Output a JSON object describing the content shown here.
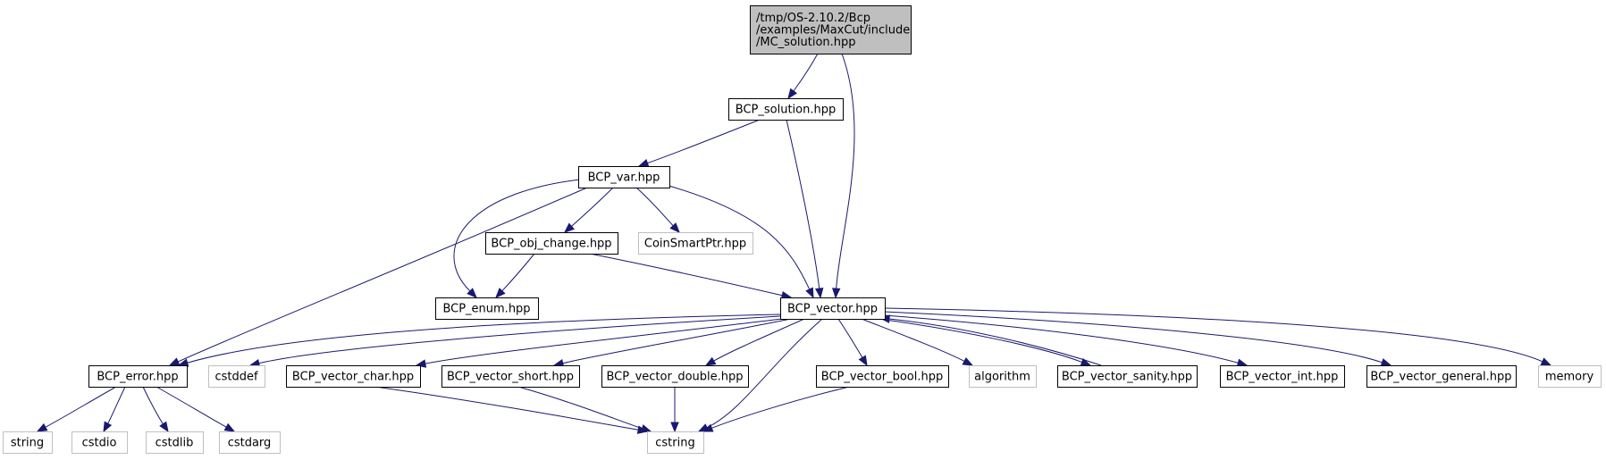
{
  "colors": {
    "edge": "#191970",
    "root_fill": "#bfbfbf",
    "box_stroke": "#000000",
    "external_stroke": "#bfbfbf",
    "background": "#ffffff"
  },
  "nodes": [
    {
      "id": "root",
      "lines": [
        "/tmp/OS-2.10.2/Bcp",
        "/examples/MaxCut/include",
        "/MC_solution.hpp"
      ],
      "kind": "root"
    },
    {
      "id": "bcp_solution",
      "lines": [
        "BCP_solution.hpp"
      ],
      "kind": "documented"
    },
    {
      "id": "bcp_var",
      "lines": [
        "BCP_var.hpp"
      ],
      "kind": "documented"
    },
    {
      "id": "bcp_obj_change",
      "lines": [
        "BCP_obj_change.hpp"
      ],
      "kind": "documented"
    },
    {
      "id": "coinsmartptr",
      "lines": [
        "CoinSmartPtr.hpp"
      ],
      "kind": "external"
    },
    {
      "id": "bcp_enum",
      "lines": [
        "BCP_enum.hpp"
      ],
      "kind": "documented"
    },
    {
      "id": "bcp_vector",
      "lines": [
        "BCP_vector.hpp"
      ],
      "kind": "documented"
    },
    {
      "id": "bcp_error",
      "lines": [
        "BCP_error.hpp"
      ],
      "kind": "documented"
    },
    {
      "id": "cstddef",
      "lines": [
        "cstddef"
      ],
      "kind": "external"
    },
    {
      "id": "bcp_vector_char",
      "lines": [
        "BCP_vector_char.hpp"
      ],
      "kind": "documented"
    },
    {
      "id": "bcp_vector_short",
      "lines": [
        "BCP_vector_short.hpp"
      ],
      "kind": "documented"
    },
    {
      "id": "bcp_vector_double",
      "lines": [
        "BCP_vector_double.hpp"
      ],
      "kind": "documented"
    },
    {
      "id": "bcp_vector_bool",
      "lines": [
        "BCP_vector_bool.hpp"
      ],
      "kind": "documented"
    },
    {
      "id": "algorithm",
      "lines": [
        "algorithm"
      ],
      "kind": "external"
    },
    {
      "id": "bcp_vector_sanity",
      "lines": [
        "BCP_vector_sanity.hpp"
      ],
      "kind": "documented"
    },
    {
      "id": "bcp_vector_int",
      "lines": [
        "BCP_vector_int.hpp"
      ],
      "kind": "documented"
    },
    {
      "id": "bcp_vector_general",
      "lines": [
        "BCP_vector_general.hpp"
      ],
      "kind": "documented"
    },
    {
      "id": "memory",
      "lines": [
        "memory"
      ],
      "kind": "external"
    },
    {
      "id": "string",
      "lines": [
        "string"
      ],
      "kind": "external"
    },
    {
      "id": "cstdio",
      "lines": [
        "cstdio"
      ],
      "kind": "external"
    },
    {
      "id": "cstdlib",
      "lines": [
        "cstdlib"
      ],
      "kind": "external"
    },
    {
      "id": "cstdarg",
      "lines": [
        "cstdarg"
      ],
      "kind": "external"
    },
    {
      "id": "cstring",
      "lines": [
        "cstring"
      ],
      "kind": "external"
    }
  ],
  "edges": [
    {
      "from": "root",
      "to": "bcp_solution"
    },
    {
      "from": "root",
      "to": "bcp_vector"
    },
    {
      "from": "bcp_solution",
      "to": "bcp_var"
    },
    {
      "from": "bcp_solution",
      "to": "bcp_vector"
    },
    {
      "from": "bcp_var",
      "to": "bcp_obj_change"
    },
    {
      "from": "bcp_var",
      "to": "coinsmartptr"
    },
    {
      "from": "bcp_var",
      "to": "bcp_enum"
    },
    {
      "from": "bcp_var",
      "to": "bcp_vector"
    },
    {
      "from": "bcp_var",
      "to": "bcp_error"
    },
    {
      "from": "bcp_obj_change",
      "to": "bcp_enum"
    },
    {
      "from": "bcp_obj_change",
      "to": "bcp_vector"
    },
    {
      "from": "bcp_vector",
      "to": "bcp_error"
    },
    {
      "from": "bcp_vector",
      "to": "cstddef"
    },
    {
      "from": "bcp_vector",
      "to": "bcp_vector_char"
    },
    {
      "from": "bcp_vector",
      "to": "bcp_vector_short"
    },
    {
      "from": "bcp_vector",
      "to": "bcp_vector_double"
    },
    {
      "from": "bcp_vector",
      "to": "bcp_vector_bool"
    },
    {
      "from": "bcp_vector",
      "to": "algorithm"
    },
    {
      "from": "bcp_vector",
      "to": "bcp_vector_sanity"
    },
    {
      "from": "bcp_vector_sanity",
      "to": "bcp_vector"
    },
    {
      "from": "bcp_vector",
      "to": "bcp_vector_int"
    },
    {
      "from": "bcp_vector",
      "to": "bcp_vector_general"
    },
    {
      "from": "bcp_vector",
      "to": "memory"
    },
    {
      "from": "bcp_vector",
      "to": "cstring"
    },
    {
      "from": "bcp_error",
      "to": "string"
    },
    {
      "from": "bcp_error",
      "to": "cstdio"
    },
    {
      "from": "bcp_error",
      "to": "cstdlib"
    },
    {
      "from": "bcp_error",
      "to": "cstdarg"
    },
    {
      "from": "bcp_vector_char",
      "to": "cstring"
    },
    {
      "from": "bcp_vector_short",
      "to": "cstring"
    },
    {
      "from": "bcp_vector_double",
      "to": "cstring"
    },
    {
      "from": "bcp_vector_bool",
      "to": "cstring"
    }
  ]
}
